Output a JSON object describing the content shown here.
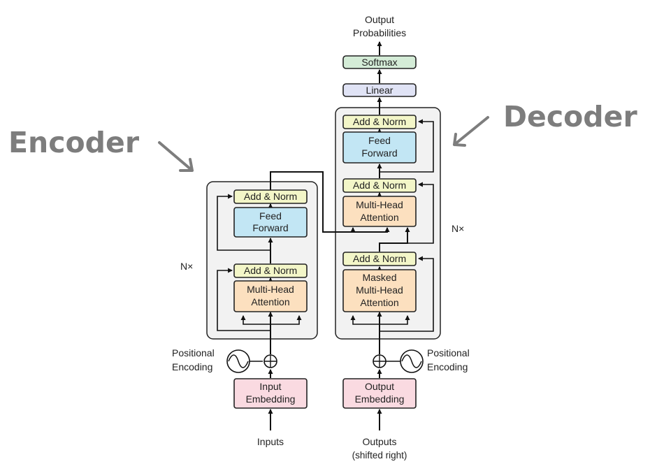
{
  "encoder": {
    "title": "Encoder",
    "repeat": "N×",
    "add_norm_top": "Add & Norm",
    "feed_forward": [
      "Feed",
      "Forward"
    ],
    "add_norm_bottom": "Add & Norm",
    "attention": [
      "Multi-Head",
      "Attention"
    ],
    "positional": [
      "Positional",
      "Encoding"
    ],
    "embedding": [
      "Input",
      "Embedding"
    ],
    "input_label": "Inputs"
  },
  "decoder": {
    "title": "Decoder",
    "repeat": "N×",
    "add_norm_top": "Add & Norm",
    "feed_forward": [
      "Feed",
      "Forward"
    ],
    "add_norm_mid": "Add & Norm",
    "attention": [
      "Multi-Head",
      "Attention"
    ],
    "add_norm_bottom": "Add & Norm",
    "masked_attention": [
      "Masked",
      "Multi-Head",
      "Attention"
    ],
    "positional": [
      "Positional",
      "Encoding"
    ],
    "embedding": [
      "Output",
      "Embedding"
    ],
    "input_label": [
      "Outputs",
      "(shifted right)"
    ]
  },
  "head": {
    "linear": "Linear",
    "softmax": "Softmax",
    "output": [
      "Output",
      "Probabilities"
    ]
  },
  "colors": {
    "add_norm": "#f3f6c8",
    "feed_forward": "#c2e6f4",
    "attention": "#fce0bf",
    "embedding": "#fadae1",
    "linear": "#e0e3f5",
    "softmax": "#d4ecd7",
    "annotation": "#7d7d7d"
  }
}
